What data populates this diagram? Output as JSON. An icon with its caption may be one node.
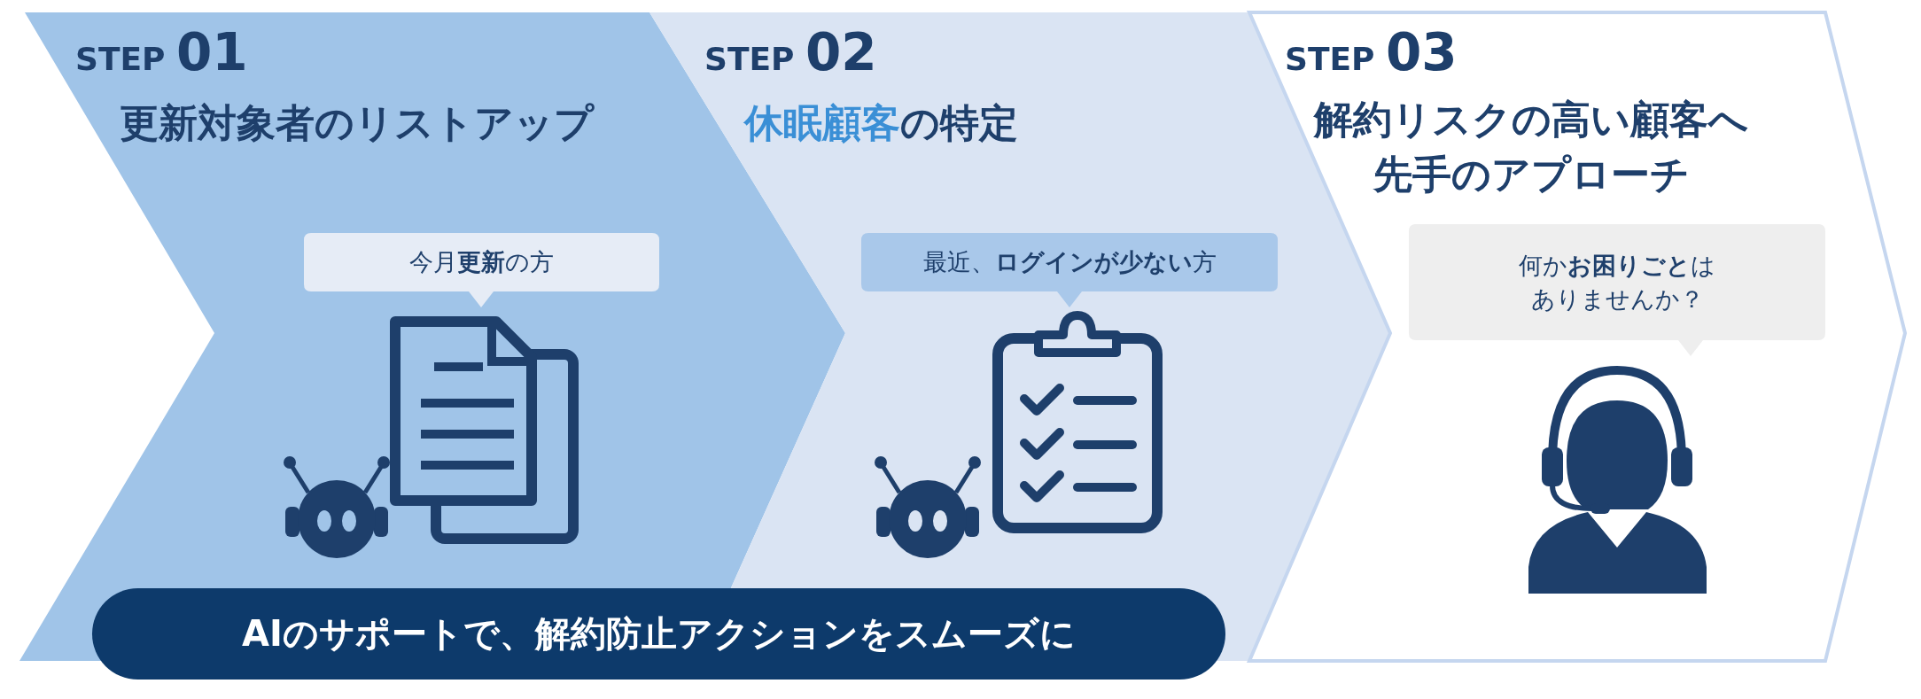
{
  "diagram": {
    "nodes": [
      {
        "text": [
          "STEP **01**",
          "更新対象者のリストアップ"
        ]
      },
      {
        "text": [
          "今月**更新**の方"
        ],
        "in": 0
      },
      {
        "text": [
          "STEP **02**",
          "**休眠顧客**の特定"
        ]
      },
      {
        "text": [
          "最近、**ログインが少ない**方"
        ],
        "in": 2
      },
      {
        "text": [
          "STEP **03**",
          "解約リスクの高い顧客へ先手のアプローチ"
        ]
      },
      {
        "text": [
          "何か**お困りごと**はありませんか？"
        ],
        "in": 4
      },
      {
        "text": [
          "AIのサポートで、解約防止アクションをスムーズに"
        ]
      }
    ]
  }
}
